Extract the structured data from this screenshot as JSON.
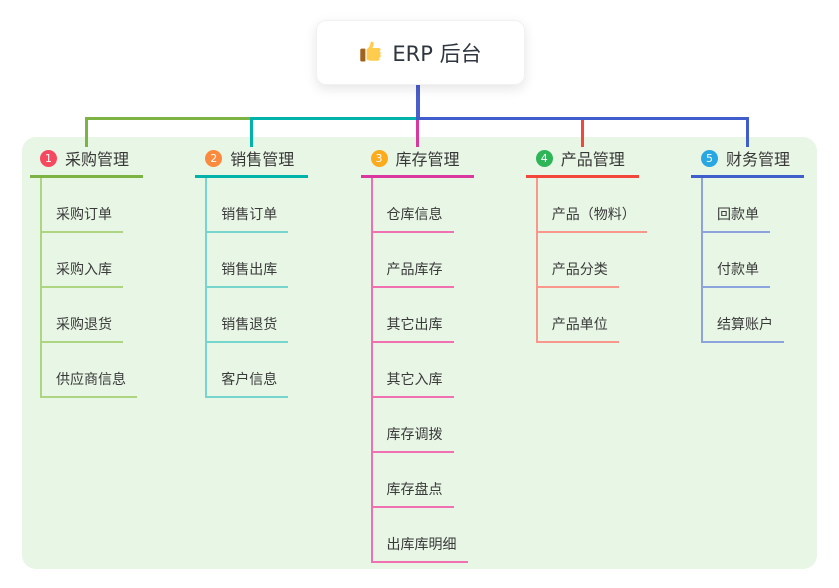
{
  "root": {
    "label": "ERP 后台",
    "icon": "thumbs-up-icon"
  },
  "canvas": {
    "background": "#ffffff",
    "panel_background": "#e8f6e5",
    "trunk_color": "#4a5ecd"
  },
  "branches": [
    {
      "index": "1",
      "label": "采购管理",
      "badge_color": "#f5495f",
      "accent_color": "#7cb342",
      "child_line_color": "#aed581",
      "children": [
        "采购订单",
        "采购入库",
        "采购退货",
        "供应商信息"
      ]
    },
    {
      "index": "2",
      "label": "销售管理",
      "badge_color": "#fb8a3e",
      "accent_color": "#00b3aa",
      "child_line_color": "#76d6cd",
      "children": [
        "销售订单",
        "销售出库",
        "销售退货",
        "客户信息"
      ]
    },
    {
      "index": "3",
      "label": "库存管理",
      "badge_color": "#fbab1c",
      "accent_color": "#d9399e",
      "child_line_color": "#f070b2",
      "children": [
        "仓库信息",
        "产品库存",
        "其它出库",
        "其它入库",
        "库存调拨",
        "库存盘点",
        "出库库明细"
      ]
    },
    {
      "index": "4",
      "label": "产品管理",
      "badge_color": "#2eb558",
      "accent_color": "#f4473c",
      "child_line_color": "#f9978c",
      "children": [
        "产品（物料）",
        "产品分类",
        "产品单位"
      ]
    },
    {
      "index": "5",
      "label": "财务管理",
      "badge_color": "#29a7e3",
      "accent_color": "#3f5ecb",
      "child_line_color": "#8ca3dd",
      "children": [
        "回款单",
        "付款单",
        "结算账户"
      ]
    }
  ]
}
